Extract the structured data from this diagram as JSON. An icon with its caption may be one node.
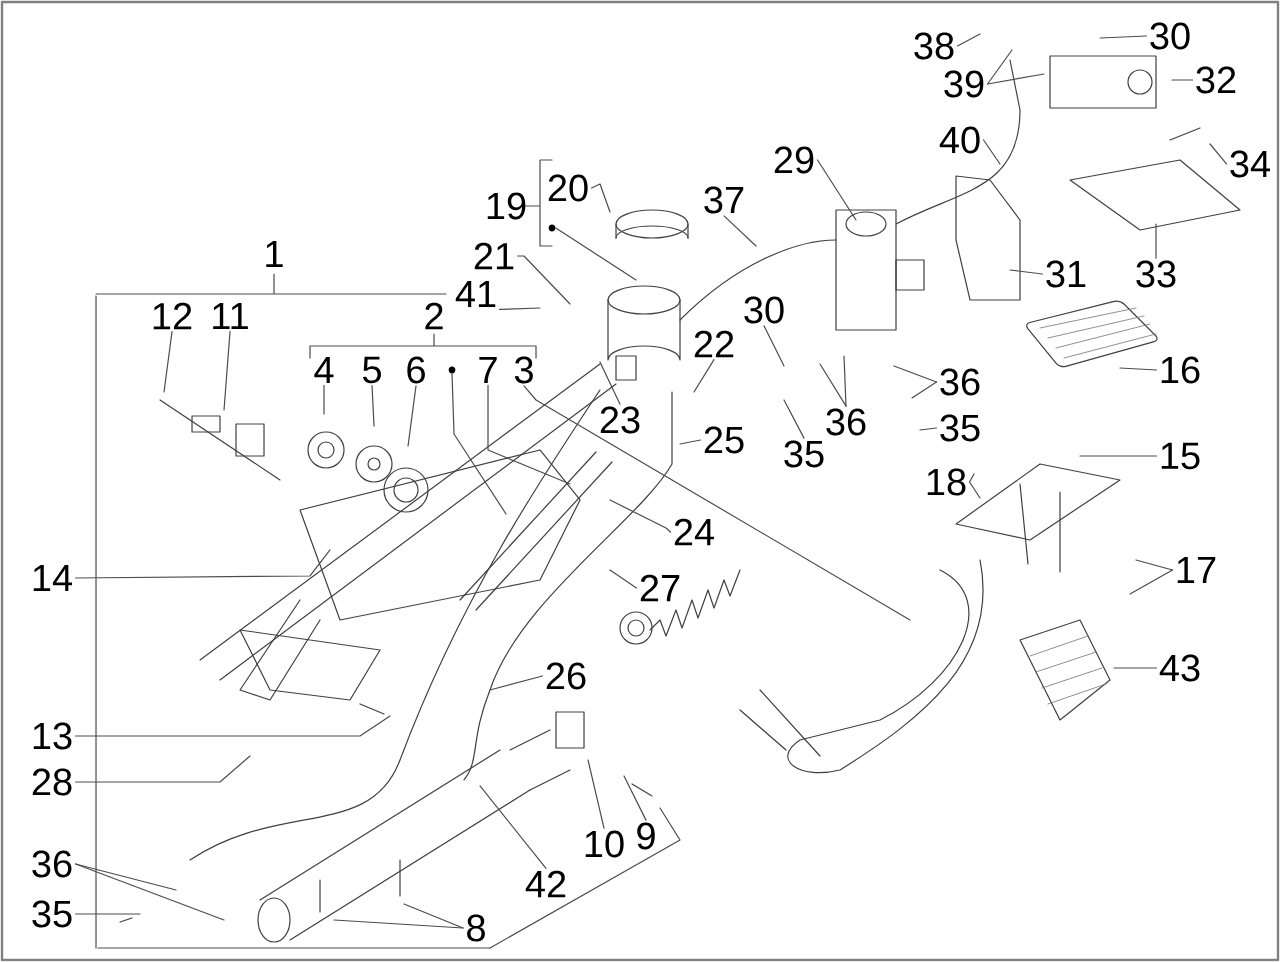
{
  "diagram": {
    "nodes": [
      {
        "text": [
          "1"
        ]
      },
      {
        "text": [
          "2"
        ]
      },
      {
        "text": [
          "3"
        ]
      },
      {
        "text": [
          "4"
        ]
      },
      {
        "text": [
          "5"
        ]
      },
      {
        "text": [
          "6"
        ]
      },
      {
        "text": [
          "7"
        ]
      },
      {
        "text": [
          "8"
        ]
      },
      {
        "text": [
          "9"
        ]
      },
      {
        "text": [
          "10"
        ]
      },
      {
        "text": [
          "11"
        ]
      },
      {
        "text": [
          "12"
        ]
      },
      {
        "text": [
          "13"
        ]
      },
      {
        "text": [
          "14"
        ]
      },
      {
        "text": [
          "15"
        ]
      },
      {
        "text": [
          "16"
        ]
      },
      {
        "text": [
          "17"
        ]
      },
      {
        "text": [
          "18"
        ]
      },
      {
        "text": [
          "19"
        ]
      },
      {
        "text": [
          "20"
        ]
      },
      {
        "text": [
          "21"
        ]
      },
      {
        "text": [
          "41"
        ]
      },
      {
        "text": [
          "22"
        ]
      },
      {
        "text": [
          "23"
        ]
      },
      {
        "text": [
          "24"
        ]
      },
      {
        "text": [
          "25"
        ]
      },
      {
        "text": [
          "26"
        ]
      },
      {
        "text": [
          "27"
        ]
      },
      {
        "text": [
          "28"
        ]
      },
      {
        "text": [
          "29"
        ]
      },
      {
        "text": [
          "30"
        ]
      },
      {
        "text": [
          "31"
        ]
      },
      {
        "text": [
          "32"
        ]
      },
      {
        "text": [
          "33"
        ]
      },
      {
        "text": [
          "34"
        ]
      },
      {
        "text": [
          "35"
        ]
      },
      {
        "text": [
          "36"
        ]
      },
      {
        "text": [
          "36"
        ]
      },
      {
        "text": [
          "35"
        ]
      },
      {
        "text": [
          "36"
        ]
      },
      {
        "text": [
          "35"
        ]
      },
      {
        "text": [
          "38"
        ]
      },
      {
        "text": [
          "39"
        ]
      },
      {
        "text": [
          "40"
        ]
      },
      {
        "text": [
          "30"
        ]
      },
      {
        "text": [
          "37"
        ]
      },
      {
        "text": [
          "42"
        ]
      },
      {
        "text": [
          "43"
        ]
      },
      {
        "text": [],
        "shape": "circle"
      },
      {
        "text": [],
        "shape": "circle"
      }
    ],
    "edges": [
      {
        "from": 2,
        "to": null,
        "arrow": "none"
      },
      {
        "from": 3,
        "to": null,
        "arrow": "none"
      },
      {
        "from": 4,
        "to": null,
        "arrow": "none"
      },
      {
        "from": 5,
        "to": null,
        "arrow": "none"
      },
      {
        "from": 6,
        "to": null,
        "arrow": "none"
      },
      {
        "from": 7,
        "to": null,
        "arrow": "none"
      },
      {
        "from": 7,
        "to": null,
        "arrow": "none"
      },
      {
        "from": 8,
        "to": null,
        "arrow": "none"
      },
      {
        "from": 9,
        "to": null,
        "arrow": "none"
      },
      {
        "from": 10,
        "to": null,
        "arrow": "none"
      },
      {
        "from": 11,
        "to": null,
        "arrow": "none"
      },
      {
        "from": 12,
        "to": null,
        "arrow": "none"
      },
      {
        "from": 13,
        "to": null,
        "arrow": "none"
      },
      {
        "from": 28,
        "to": null,
        "arrow": "none"
      },
      {
        "from": 14,
        "to": null,
        "arrow": "none"
      },
      {
        "from": 15,
        "to": null,
        "arrow": "none"
      },
      {
        "from": 16,
        "to": null,
        "arrow": "none"
      },
      {
        "from": 16,
        "to": null,
        "arrow": "none"
      },
      {
        "from": 17,
        "to": null,
        "arrow": "none"
      },
      {
        "from": 17,
        "to": null,
        "arrow": "none"
      },
      {
        "from": 19,
        "to": null,
        "arrow": "none"
      },
      {
        "from": 20,
        "to": null,
        "arrow": "none"
      },
      {
        "from": 21,
        "to": null,
        "arrow": "none"
      },
      {
        "from": 22,
        "to": null,
        "arrow": "none"
      },
      {
        "from": 23,
        "to": null,
        "arrow": "none"
      },
      {
        "from": 24,
        "to": null,
        "arrow": "none"
      },
      {
        "from": 25,
        "to": null,
        "arrow": "none"
      },
      {
        "from": 26,
        "to": null,
        "arrow": "none"
      },
      {
        "from": 27,
        "to": null,
        "arrow": "none"
      },
      {
        "from": 29,
        "to": null,
        "arrow": "none"
      },
      {
        "from": 30,
        "to": null,
        "arrow": "none"
      },
      {
        "from": 31,
        "to": null,
        "arrow": "none"
      },
      {
        "from": 32,
        "to": null,
        "arrow": "none"
      },
      {
        "from": 33,
        "to": null,
        "arrow": "none"
      },
      {
        "from": 34,
        "to": null,
        "arrow": "none"
      },
      {
        "from": 35,
        "to": null,
        "arrow": "none"
      },
      {
        "from": 36,
        "to": null,
        "arrow": "none"
      },
      {
        "from": 36,
        "to": null,
        "arrow": "none"
      },
      {
        "from": 37,
        "to": null,
        "arrow": "none"
      },
      {
        "from": 37,
        "to": null,
        "arrow": "none"
      },
      {
        "from": 38,
        "to": null,
        "arrow": "none"
      },
      {
        "from": 39,
        "to": null,
        "arrow": "none"
      },
      {
        "from": 39,
        "to": null,
        "arrow": "none"
      },
      {
        "from": 40,
        "to": null,
        "arrow": "none"
      },
      {
        "from": 41,
        "to": null,
        "arrow": "none"
      },
      {
        "from": 42,
        "to": null,
        "arrow": "none"
      },
      {
        "from": 42,
        "to": null,
        "arrow": "none"
      },
      {
        "from": 43,
        "to": null,
        "arrow": "none"
      },
      {
        "from": 44,
        "to": null,
        "arrow": "none"
      },
      {
        "from": 45,
        "to": null,
        "arrow": "none"
      },
      {
        "from": 46,
        "to": null,
        "arrow": "none"
      },
      {
        "from": 47,
        "to": null,
        "arrow": "none"
      },
      {
        "from": 48,
        "to": null,
        "arrow": "none"
      },
      {
        "from": 49,
        "to": null,
        "arrow": "none"
      }
    ]
  }
}
